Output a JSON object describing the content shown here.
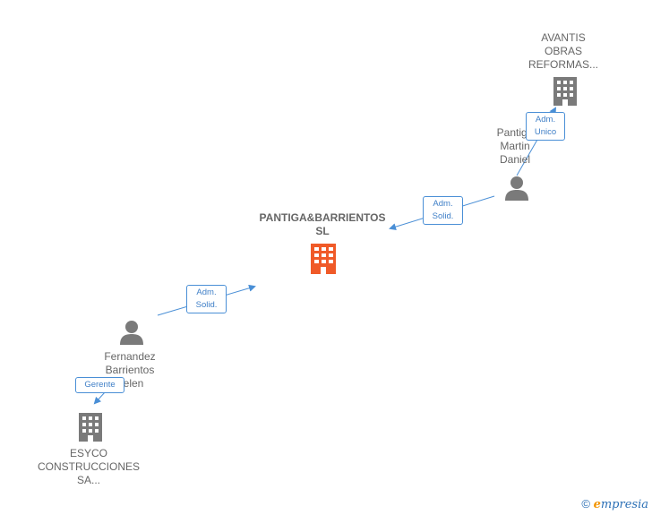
{
  "nodes": {
    "avantis": {
      "label": "AVANTIS\nOBRAS\nREFORMAS..."
    },
    "pantiga_person": {
      "label": "Pantiga\nMartin\nDaniel"
    },
    "main_company": {
      "label": "PANTIGA&BARRIENTOS\nSL"
    },
    "fernandez": {
      "label": "Fernandez\nBarrientos\nBelen"
    },
    "esyco": {
      "label": "ESYCO\nCONSTRUCCIONES\nSA..."
    }
  },
  "edges": {
    "adm_unico": {
      "label": "Adm.\nUnico"
    },
    "adm_solid_top": {
      "label": "Adm.\nSolid."
    },
    "adm_solid_left": {
      "label": "Adm.\nSolid."
    },
    "gerente": {
      "label": "Gerente"
    }
  },
  "colors": {
    "edge": "#4a8fd6",
    "company_icon": "#7a7a7a",
    "main_company_icon": "#f05a28",
    "person_icon": "#7a7a7a"
  },
  "footer": {
    "copyright": "©",
    "brand_e": "e",
    "brand_rest": "mpresia"
  }
}
